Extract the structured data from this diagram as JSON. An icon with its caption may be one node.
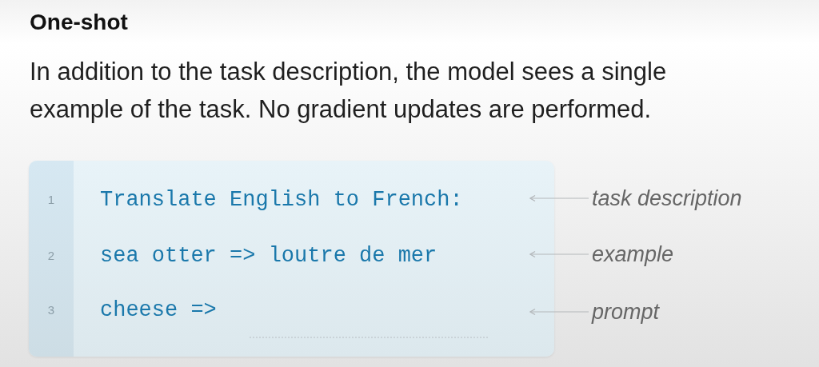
{
  "diagram": {
    "title": "One-shot",
    "nodes": [
      {
        "text": [],
        "shape": "box"
      },
      {
        "text": [
          "1",
          "Translate English to French:"
        ],
        "in": 0
      },
      {
        "text": [
          "2",
          "sea otter => loutre de mer"
        ],
        "in": 0
      },
      {
        "text": [
          "3",
          "cheese =>"
        ],
        "in": 0
      },
      {
        "text": [
          "task description"
        ]
      },
      {
        "text": [
          "example"
        ]
      },
      {
        "text": [
          "prompt"
        ]
      }
    ],
    "edges": [
      {
        "from": 4,
        "to": null,
        "arrow": "to"
      },
      {
        "from": 5,
        "to": null,
        "arrow": "to"
      },
      {
        "from": 6,
        "to": null,
        "arrow": "to"
      }
    ],
    "labels": [
      "In addition to the task description, the model sees a single example of the task. No gradient updates are performed."
    ]
  }
}
